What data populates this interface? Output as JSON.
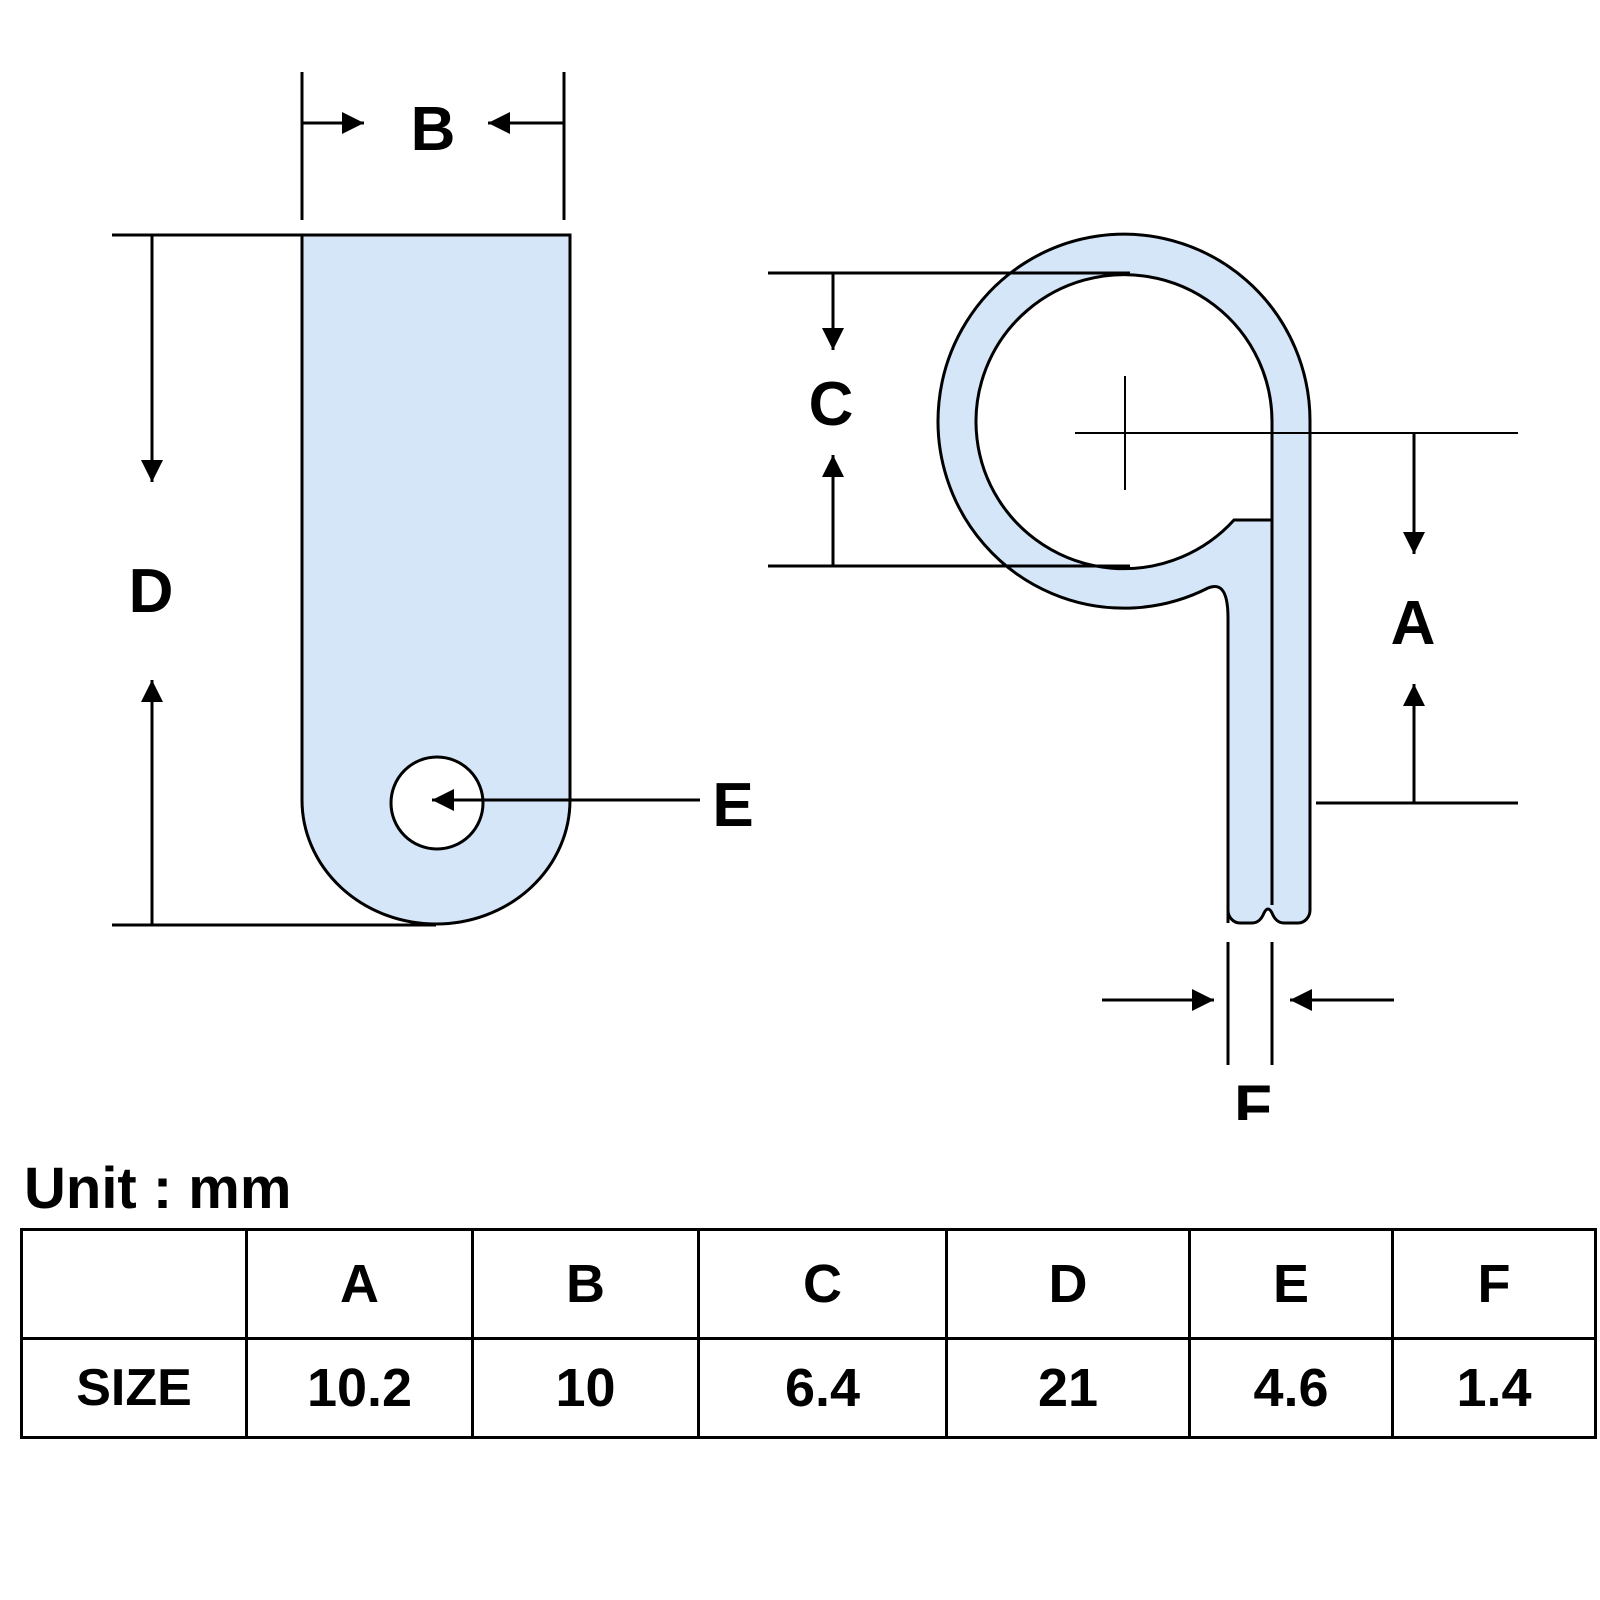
{
  "labels": {
    "A": "A",
    "B": "B",
    "C": "C",
    "D": "D",
    "E": "E",
    "F": "F"
  },
  "unit": "Unit : mm",
  "table": {
    "headers": [
      "",
      "A",
      "B",
      "C",
      "D",
      "E",
      "F"
    ],
    "row_label": "SIZE",
    "values": [
      "10.2",
      "10",
      "6.4",
      "21",
      "4.6",
      "1.4"
    ]
  },
  "colors": {
    "fill": "#d4e6f7",
    "stroke": "#000000"
  }
}
